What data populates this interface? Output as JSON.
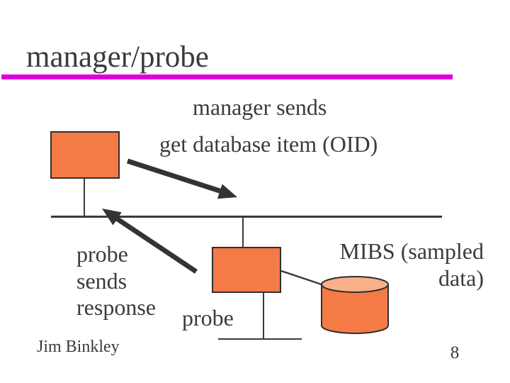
{
  "slide": {
    "title": "manager/probe",
    "footer_author": "Jim Binkley",
    "page_number": "8"
  },
  "diagram": {
    "manager_sends_caption": "manager sends",
    "get_oid_caption": "get database item (OID)",
    "probe_response_caption": "probe\nsends\nresponse",
    "probe_label": "probe",
    "mibs_label": "MIBS (sampled\ndata)"
  },
  "icons": {
    "manager_box": "orange rectangle node",
    "probe_box": "orange rectangle node",
    "database_cylinder": "orange database cylinder",
    "request_arrow": "thick arrow down-right from manager toward bus",
    "response_arrow": "thick arrow up-left from probe toward bus"
  },
  "colors": {
    "accent_rule": "#dd00dd",
    "box_fill": "#f47b46",
    "box_border": "#2f2f2f",
    "cylinder_top_fill": "#f8af8a",
    "text": "#3b3b3b",
    "line": "#3a3a3a",
    "arrow": "#333333",
    "background": "#ffffff"
  }
}
